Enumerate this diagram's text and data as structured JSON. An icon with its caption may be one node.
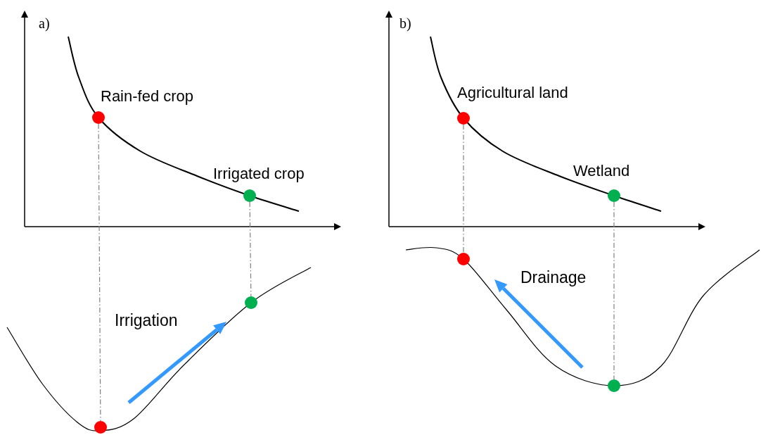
{
  "diagram": {
    "nodes": [
      {
        "text": [],
        "shape": "circle",
        "beside": [
          "Rain-fed crop"
        ]
      },
      {
        "text": [],
        "shape": "circle"
      },
      {
        "text": [],
        "shape": "circle",
        "beside": [
          "Irrigated crop"
        ]
      },
      {
        "text": [],
        "shape": "circle"
      },
      {
        "text": [],
        "shape": "circle",
        "beside": [
          "Agricultural land"
        ]
      },
      {
        "text": [],
        "shape": "circle"
      },
      {
        "text": [],
        "shape": "circle",
        "beside": [
          "Wetland"
        ]
      },
      {
        "text": [],
        "shape": "circle"
      }
    ],
    "edges": [
      {
        "from": 0,
        "to": 1,
        "arrow": "none",
        "style": "dashed"
      },
      {
        "from": 2,
        "to": 3,
        "arrow": "none",
        "style": "dashed"
      },
      {
        "from": 4,
        "to": 5,
        "arrow": "none",
        "style": "dashed"
      },
      {
        "from": 6,
        "to": 7,
        "arrow": "none",
        "style": "dashed"
      }
    ],
    "labels": [
      "a)",
      "Irrigation",
      "b)",
      "Drainage"
    ]
  }
}
